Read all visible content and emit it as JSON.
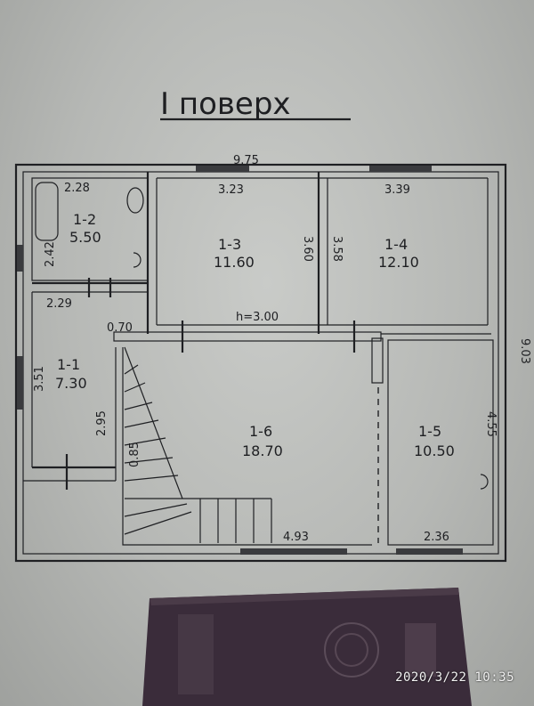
{
  "title": "I поверх",
  "timestamp": "2020/3/22  10:35",
  "overall_dims": {
    "width": "9.75",
    "depth": "9.03"
  },
  "rooms": [
    {
      "id": "1-1",
      "area": "7.30",
      "dims": [
        "2.29",
        "3.51",
        "2.95"
      ]
    },
    {
      "id": "1-2",
      "area": "5.50",
      "dims": [
        "2.28",
        "2.42"
      ]
    },
    {
      "id": "1-3",
      "area": "11.60",
      "dims": [
        "3.23",
        "3.60"
      ]
    },
    {
      "id": "1-4",
      "area": "12.10",
      "dims": [
        "3.39",
        "3.58"
      ]
    },
    {
      "id": "1-5",
      "area": "10.50",
      "dims": [
        "2.36",
        "4.55"
      ]
    },
    {
      "id": "1-6",
      "area": "18.70",
      "dims": [
        "4.93",
        "0.70",
        "0.85"
      ]
    }
  ],
  "ceiling_height": "h=3.00",
  "colors": {
    "paper": "#c9cbc8",
    "ink": "#1f2023",
    "book": "#3a2c3a"
  }
}
